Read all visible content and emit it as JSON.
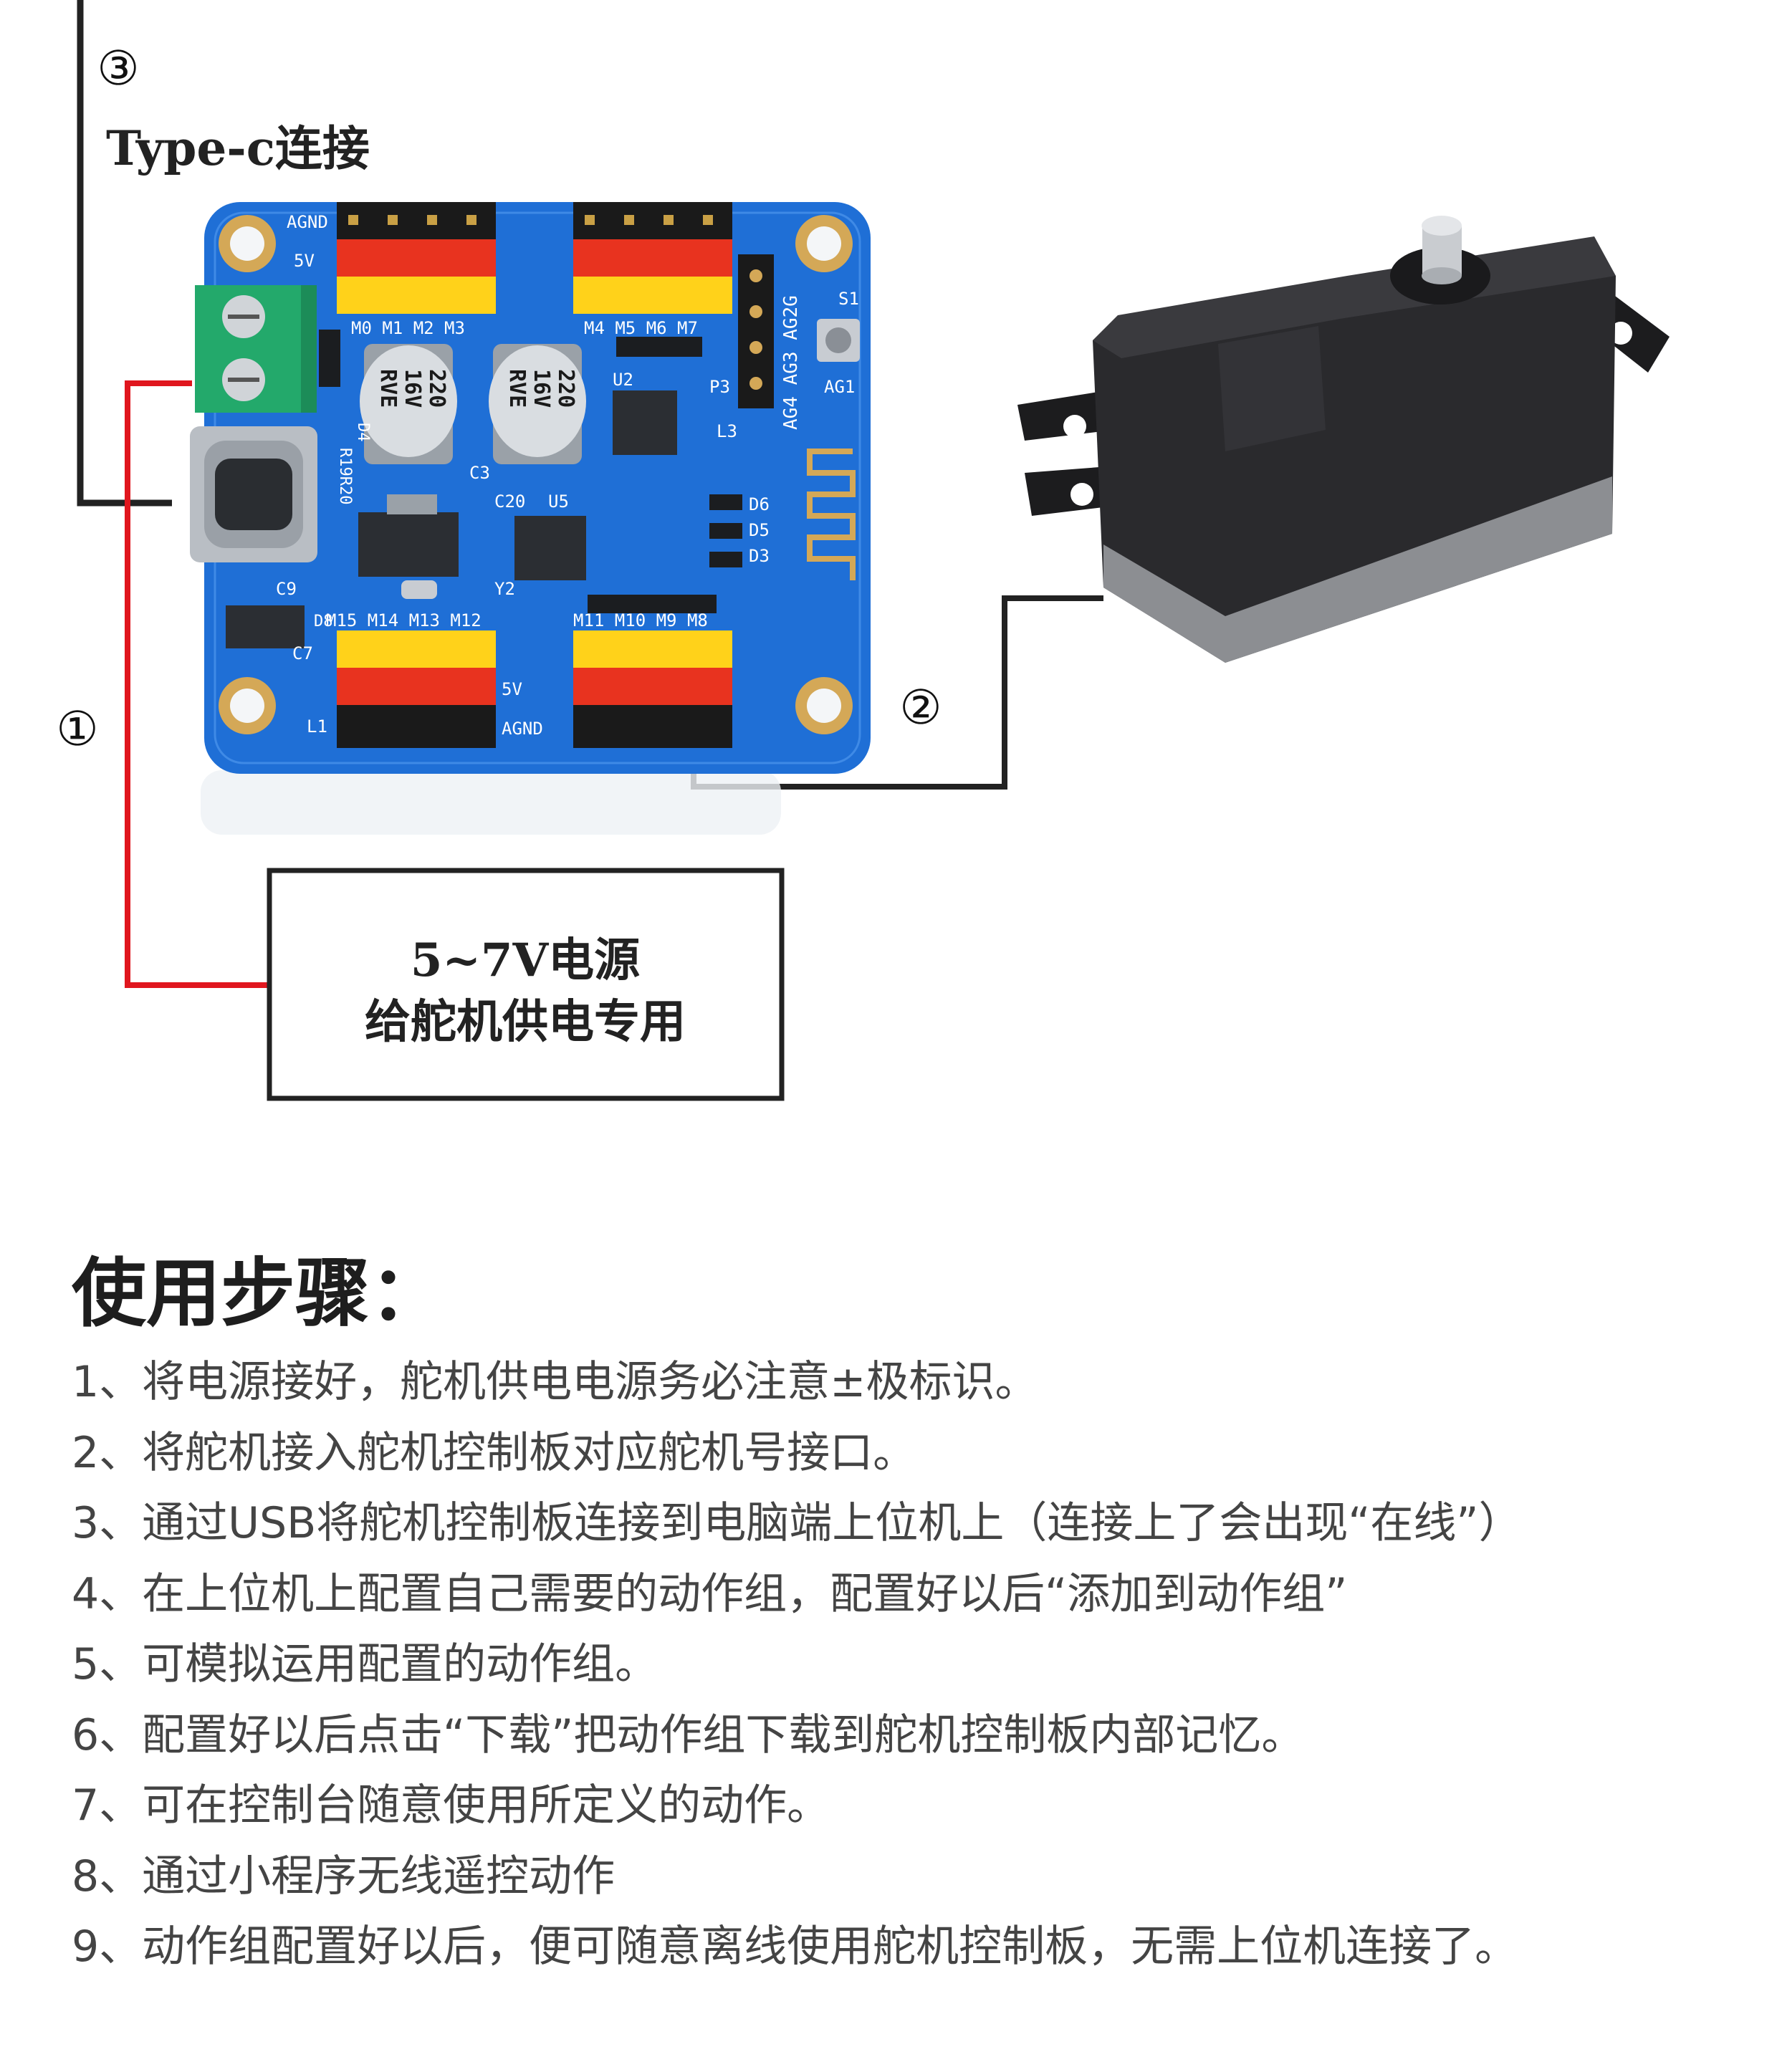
{
  "callouts": {
    "num1": "①",
    "num2": "②",
    "num3": "③",
    "typec_label": "Type-c连接"
  },
  "power_box": {
    "line1": "5~7V电源",
    "line2": "给舵机供电专用"
  },
  "board": {
    "silk": {
      "agnd_top": "AGND",
      "v5_top": "5V",
      "top_left_pins": "M0 M1 M2 M3",
      "top_right_pins": "M4 M5 M6 M7",
      "bottom_left_pins": "M15 M14 M13 M12",
      "bottom_right_pins": "M11 M10 M9 M8",
      "v5_bottom": "5V",
      "agnd_bottom": "AGND",
      "side_pins": "AG4 AG3 AG2G",
      "s1": "S1",
      "ag1": "AG1",
      "d6": "D6",
      "d5": "D5",
      "d3": "D3",
      "c3": "C3",
      "c20": "C20",
      "u5": "U5",
      "u2": "U2",
      "p3": "P3",
      "l3": "L3",
      "c9": "C9",
      "c7": "C7",
      "l1": "L1",
      "d8": "D8",
      "y2": "Y2",
      "d4": "D4",
      "r19": "R19R20"
    },
    "capacitor_left": [
      "220",
      "16V",
      "RVE"
    ],
    "capacitor_right": [
      "220",
      "16V",
      "RVE"
    ]
  },
  "colors": {
    "pcb_blue": "#1f6fd6",
    "red_line": "#e0161e",
    "black_line": "#222222"
  },
  "steps": {
    "title": "使用步骤：",
    "items": [
      "1、将电源接好，舵机供电电源务必注意±极标识。",
      "2、将舵机接入舵机控制板对应舵机号接口。",
      "3、通过USB将舵机控制板连接到电脑端上位机上（连接上了会出现“在线”）",
      "4、在上位机上配置自己需要的动作组，配置好以后“添加到动作组”",
      "5、可模拟运用配置的动作组。",
      "6、配置好以后点击“下载”把动作组下载到舵机控制板内部记忆。",
      "7、可在控制台随意使用所定义的动作。",
      "8、通过小程序无线遥控动作",
      "9、动作组配置好以后，便可随意离线使用舵机控制板，无需上位机连接了。"
    ]
  }
}
